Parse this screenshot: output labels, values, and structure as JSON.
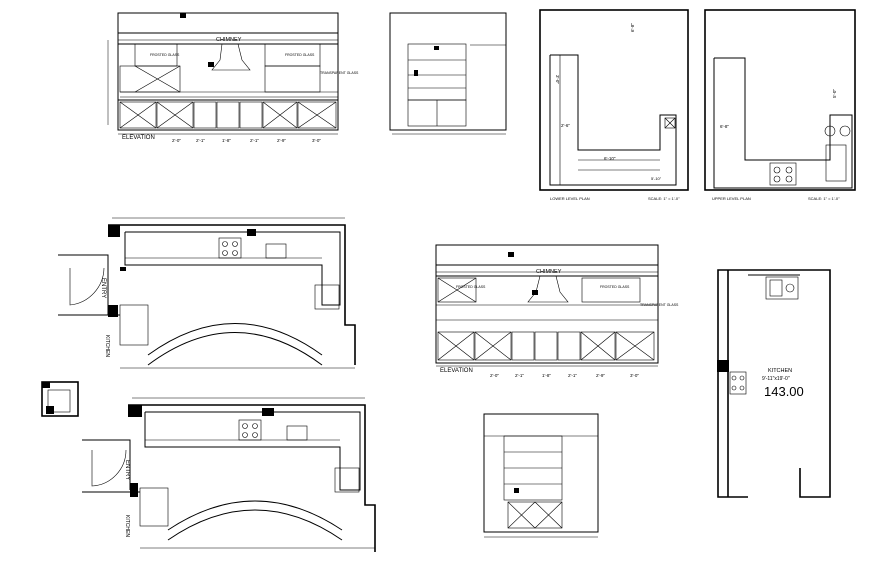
{
  "drawing": {
    "elevation_top": {
      "title": "ELEVATION",
      "chimney": "CHIMNEY",
      "frosted_glass_left": "FROSTED GLASS",
      "frosted_glass_right": "FROSTED GLASS",
      "transparent_glass": "TRANSPARENT GLASS",
      "dims_bottom": [
        "2'-0\"",
        "2'-1\"",
        "1'-8\"",
        "2'-1\"",
        "2'-9\"",
        "3'-0\""
      ]
    },
    "elevation_mid": {
      "title": "ELEVATION",
      "chimney": "CHIMNEY",
      "frosted_glass_left": "FROSTED GLASS",
      "frosted_glass_right": "FROSTED GLASS",
      "transparent_glass": "TRANSPARENT GLASS",
      "dims_bottom": [
        "2'-0\"",
        "2'-1\"",
        "1'-8\"",
        "2'-1\"",
        "2'-9\"",
        "3'-0\""
      ]
    },
    "lower_plan": {
      "caption": "LOWER LEVEL PLAN",
      "scale": "SCALE: 1\" = 1'-0\"",
      "dims": [
        "6'-8\"",
        "6'-10\"",
        "3'-0\"",
        "2'-6\"",
        "5'-10\""
      ]
    },
    "upper_plan": {
      "caption": "UPPER LEVEL PLAN",
      "scale": "SCALE: 1\" = 1'-0\"",
      "dims": [
        "6'-8\"",
        "5'-0\""
      ]
    },
    "plan_mid": {
      "entry": "ENTRY",
      "kitchen": "KITCHEN"
    },
    "plan_bottom": {
      "entry": "ENTRY",
      "kitchen": "KITCHEN"
    },
    "kitchen_plan": {
      "label": "KITCHEN",
      "size": "9'-11\"x19'-0\"",
      "area": "143.00"
    }
  }
}
